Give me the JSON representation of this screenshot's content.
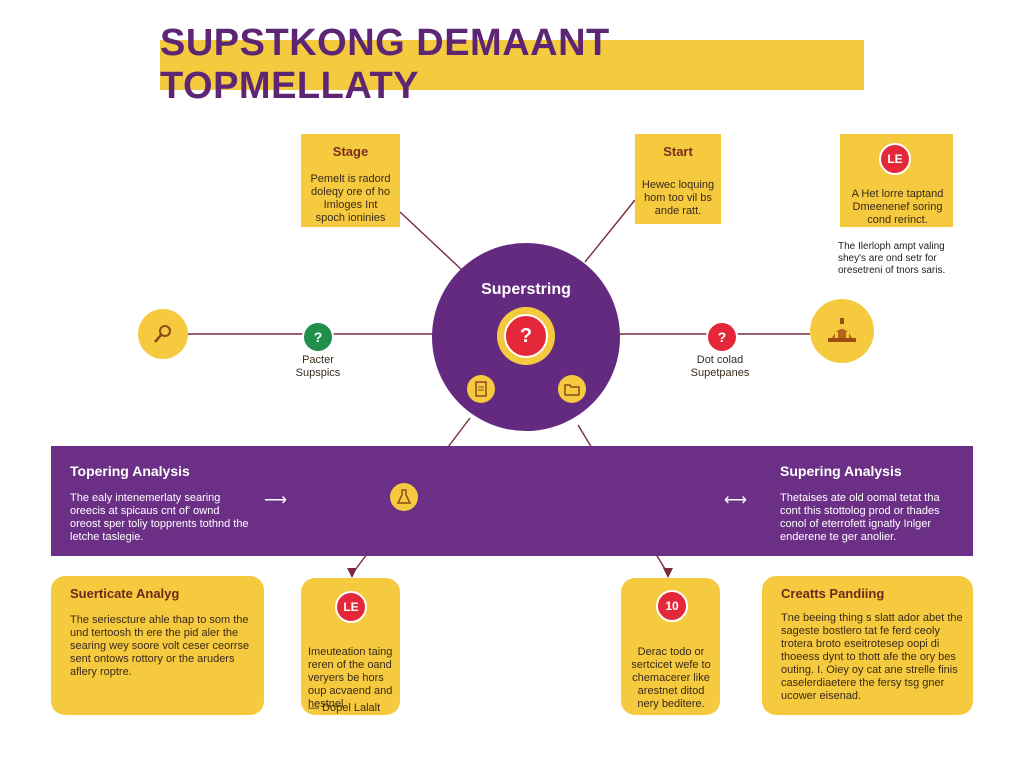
{
  "title": "SUPSTKONG DEMAANT TOPMELLATY",
  "center": {
    "label": "Superstring",
    "glyph": "?"
  },
  "top_boxes": [
    {
      "heading": "Stage",
      "body": "Pemelt is radord doleqy ore of ho Imloges Int spoch ioninies"
    },
    {
      "heading": "Start",
      "body": "Hewec loquing hom too vil bs ande ratt."
    },
    {
      "badge": "LE",
      "body": "A Het lorre taptand Dmeenenef soring cond rerinct."
    }
  ],
  "right_floating_text": "The Ilerloph ampt valing shey's are ond setr for oresetreni of tnors saris.",
  "left_node": {
    "glyph": "?",
    "label": "Pacter Supspics"
  },
  "right_node": {
    "glyph": "?",
    "label": "Dot colad Supetpanes"
  },
  "band": {
    "left_heading": "Topering Analysis",
    "left_body": "The ealy intenemerlaty searing oreecis at spicaus cnt of' ownd oreost sper toliy topprents tothnd the letche taslegie.",
    "right_heading": "Supering Analysis",
    "right_body": "Thetaises ate old oomal tetat tha cont this stottolog prod or thades conol of eterrofett ignatly Inlger enderene te ger anolier."
  },
  "bottom_cards": [
    {
      "heading": "Suerticate Analyg",
      "body": "The seriescture ahle thap to som the und tertoosh th ere the pid aler the searing wey soore volt ceser ceorrse sent ontows rottory or the aruders aflery roptre."
    },
    {
      "badge": "LE",
      "body": "Imeuteation taing reren of the oand veryers be hors oup acvaend and hestnel",
      "footer": "— Dopel Lalalt"
    },
    {
      "badge": "10",
      "body": "Derac todo or sertcicet wefe to chemacerer like arestnet ditod nery beditere."
    },
    {
      "heading": "Creatts Pandiing",
      "body": "Tne beeing thing s slatt ador abet the sageste bostlero tat fe ferd ceoly trotera broto eseitrotesep oopi di thoeess dynt to thott afe the ory bes outing. I. Oiey oy cat ane strelle finis caselerdiaetere the fersy tsg gner ucower eisenad."
    }
  ],
  "colors": {
    "purple": "#6b2f86",
    "yellow": "#f6ca3f",
    "red": "#e5273a",
    "green": "#1f8f4a",
    "title_text": "#5d2675"
  },
  "icons": [
    "magnifier-icon",
    "temple-icon",
    "document-icon",
    "folder-icon",
    "flask-icon",
    "question-icon"
  ]
}
